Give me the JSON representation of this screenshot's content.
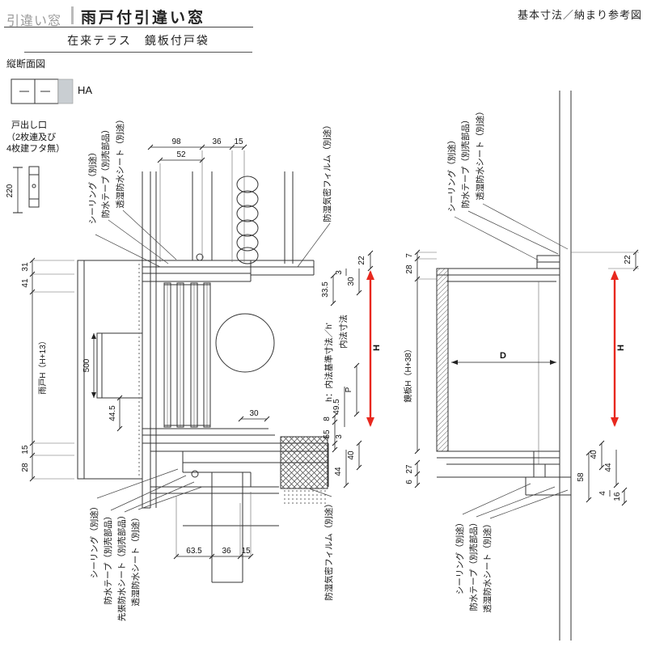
{
  "header": {
    "category": "引違い窓",
    "title": "雨戸付引違い窓",
    "corner_note": "基本寸法／納まり参考図",
    "subtitle": "在来テラス　鏡板付戸袋",
    "view_label": "縦断面図"
  },
  "legend": {
    "ha": "HA",
    "outlet_line1": "戸出し口",
    "outlet_line2": "（2枚連及び",
    "outlet_line3": "4枚建フタ無）",
    "dim220": "220"
  },
  "left": {
    "labels_top": {
      "sealing": "シーリング（別途）",
      "tape": "防水テープ（別売部品）",
      "sheet": "透湿防水シート（別途）",
      "film": "防湿気密フィルム（別途）"
    },
    "labels_bottom": {
      "sealing": "シーリング（別途）",
      "tape": "防水テープ（別売部品）",
      "sakibari": "先張防水シート（別売部品）",
      "sheet": "透湿防水シート（別途）",
      "film": "防湿気密フィルム（別途）"
    },
    "dims": {
      "d98": "98",
      "d36": "36",
      "d15": "15",
      "d52": "52",
      "d31": "31",
      "d41": "41",
      "amado": "雨戸H（H+13）",
      "d500": "500",
      "d44_5": "44.5",
      "d15b": "15",
      "d28": "28",
      "d22": "22",
      "d30": "30",
      "d3": "3",
      "d33_5": "33.5",
      "uchinori": "内法寸法",
      "kijun": "h：内法基準寸法／h'",
      "h": "H",
      "p": "P",
      "d49_5": "49.5",
      "d30b": "30",
      "d8": "8",
      "d55": "55",
      "d3b": "3",
      "d40": "40",
      "d44": "44",
      "d63_5": "63.5",
      "d36b": "36",
      "d15c": "15"
    }
  },
  "right": {
    "labels_top": {
      "sealing": "シーリング（別途）",
      "tape": "防水テープ（別売部品）",
      "sheet": "透湿防水シート（別途）"
    },
    "labels_bottom": {
      "sealing": "シーリング（別途）",
      "tape": "防水テープ（別売部品）",
      "sheet": "透湿防水シート（別途）"
    },
    "dims": {
      "d7": "7",
      "d28": "28",
      "d22": "22",
      "kagamiita": "鏡板H（H+38）",
      "dd": "D",
      "h": "H",
      "d40": "40",
      "d44": "44",
      "d58": "58",
      "d4": "4",
      "d16": "16",
      "d27": "27",
      "d6": "6"
    }
  },
  "colors": {
    "accent_red": "#e8281e",
    "line": "#333333",
    "gray_title": "#999999"
  }
}
